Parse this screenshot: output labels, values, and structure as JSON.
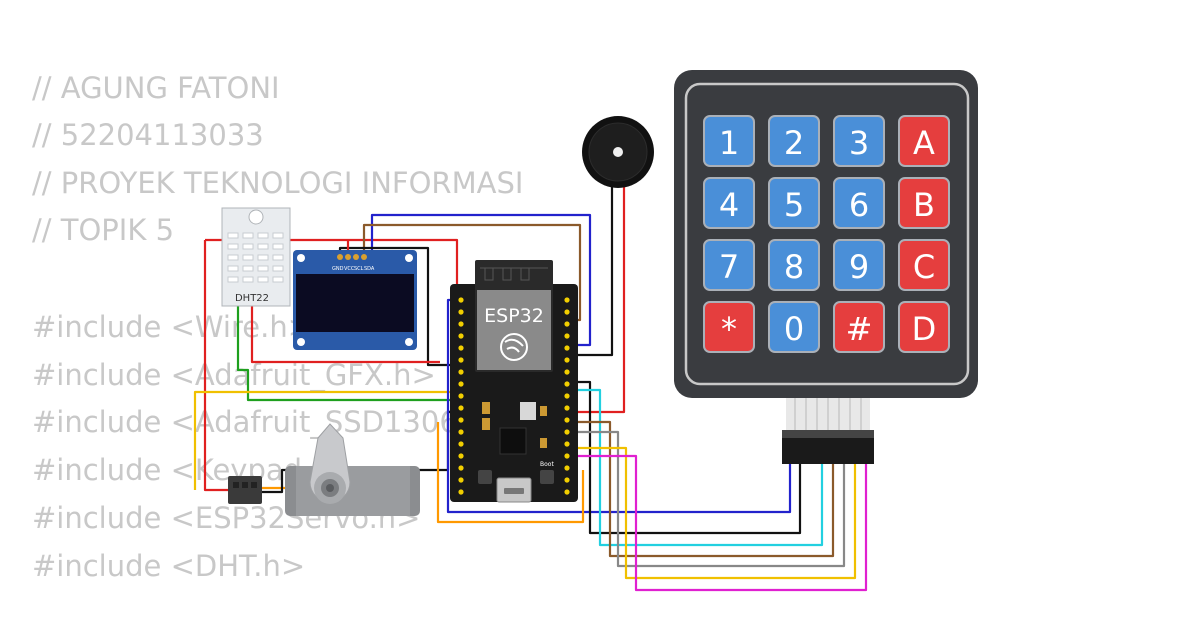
{
  "code": {
    "comments": [
      "// AGUNG FATONI",
      "// 52204113033",
      "// PROYEK TEKNOLOGI INFORMASI",
      "// TOPIK 5"
    ],
    "includes": [
      "#include <Wire.h>",
      "#include <Adafruit_GFX.h>",
      "#include <Adafruit_SSD1306.h>",
      "#include <Keypad.h>",
      "#include <ESP32Servo.h>",
      "#include <DHT.h>"
    ]
  },
  "components": {
    "dht": {
      "label": "DHT22"
    },
    "oled": {
      "pins": [
        "GND",
        "VCC",
        "SCL",
        "SDA"
      ]
    },
    "esp32": {
      "label": "ESP32",
      "boot_label": "Boot"
    },
    "keypad": {
      "keys": [
        "1",
        "2",
        "3",
        "A",
        "4",
        "5",
        "6",
        "B",
        "7",
        "8",
        "9",
        "C",
        "*",
        "0",
        "#",
        "D"
      ]
    }
  },
  "colors": {
    "keypad_body": "#3a3c40",
    "key_blue": "#4a8fd8",
    "key_red": "#e53e3e",
    "wire_red": "#e02020",
    "wire_black": "#111111",
    "wire_blue": "#2222cc",
    "wire_brown": "#8b5a2b",
    "wire_green": "#1ea01e",
    "wire_yellow": "#f0c000",
    "wire_cyan": "#22d0e0",
    "wire_magenta": "#e020d0",
    "wire_orange": "#ff9900"
  }
}
